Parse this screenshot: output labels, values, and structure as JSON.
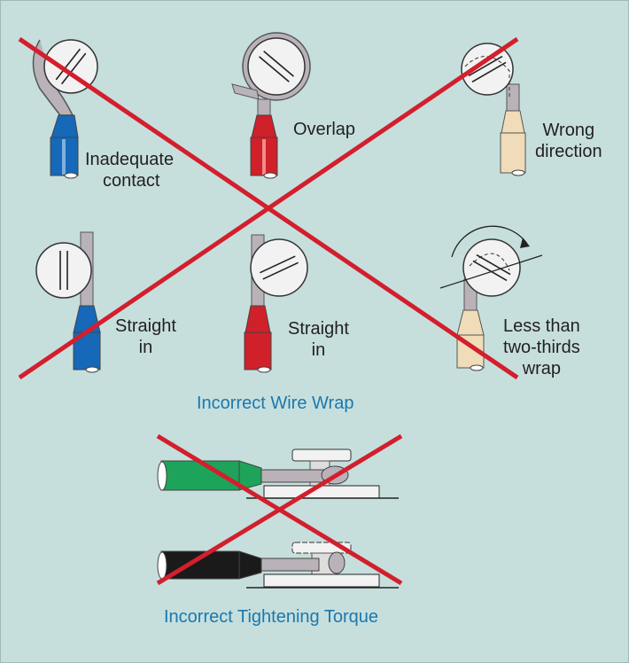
{
  "colors": {
    "background": "#c6dfdd",
    "cross": "#d31f2d",
    "caption": "#1b78ad",
    "blue": "#1668b8",
    "red": "#d0202a",
    "beige": "#f0dcb8",
    "green": "#1ea35a",
    "black": "#1a1a1a"
  },
  "labels": {
    "inadequate_contact": [
      "Inadequate",
      "contact"
    ],
    "overlap": [
      "Overlap"
    ],
    "wrong_direction": [
      "Wrong",
      "direction"
    ],
    "straight_in_1": [
      "Straight",
      "in"
    ],
    "straight_in_2": [
      "Straight",
      "in"
    ],
    "less_than": [
      "Less than",
      "two-thirds",
      "wrap"
    ]
  },
  "captions": {
    "wire_wrap": "Incorrect Wire Wrap",
    "torque": "Incorrect Tightening Torque"
  }
}
